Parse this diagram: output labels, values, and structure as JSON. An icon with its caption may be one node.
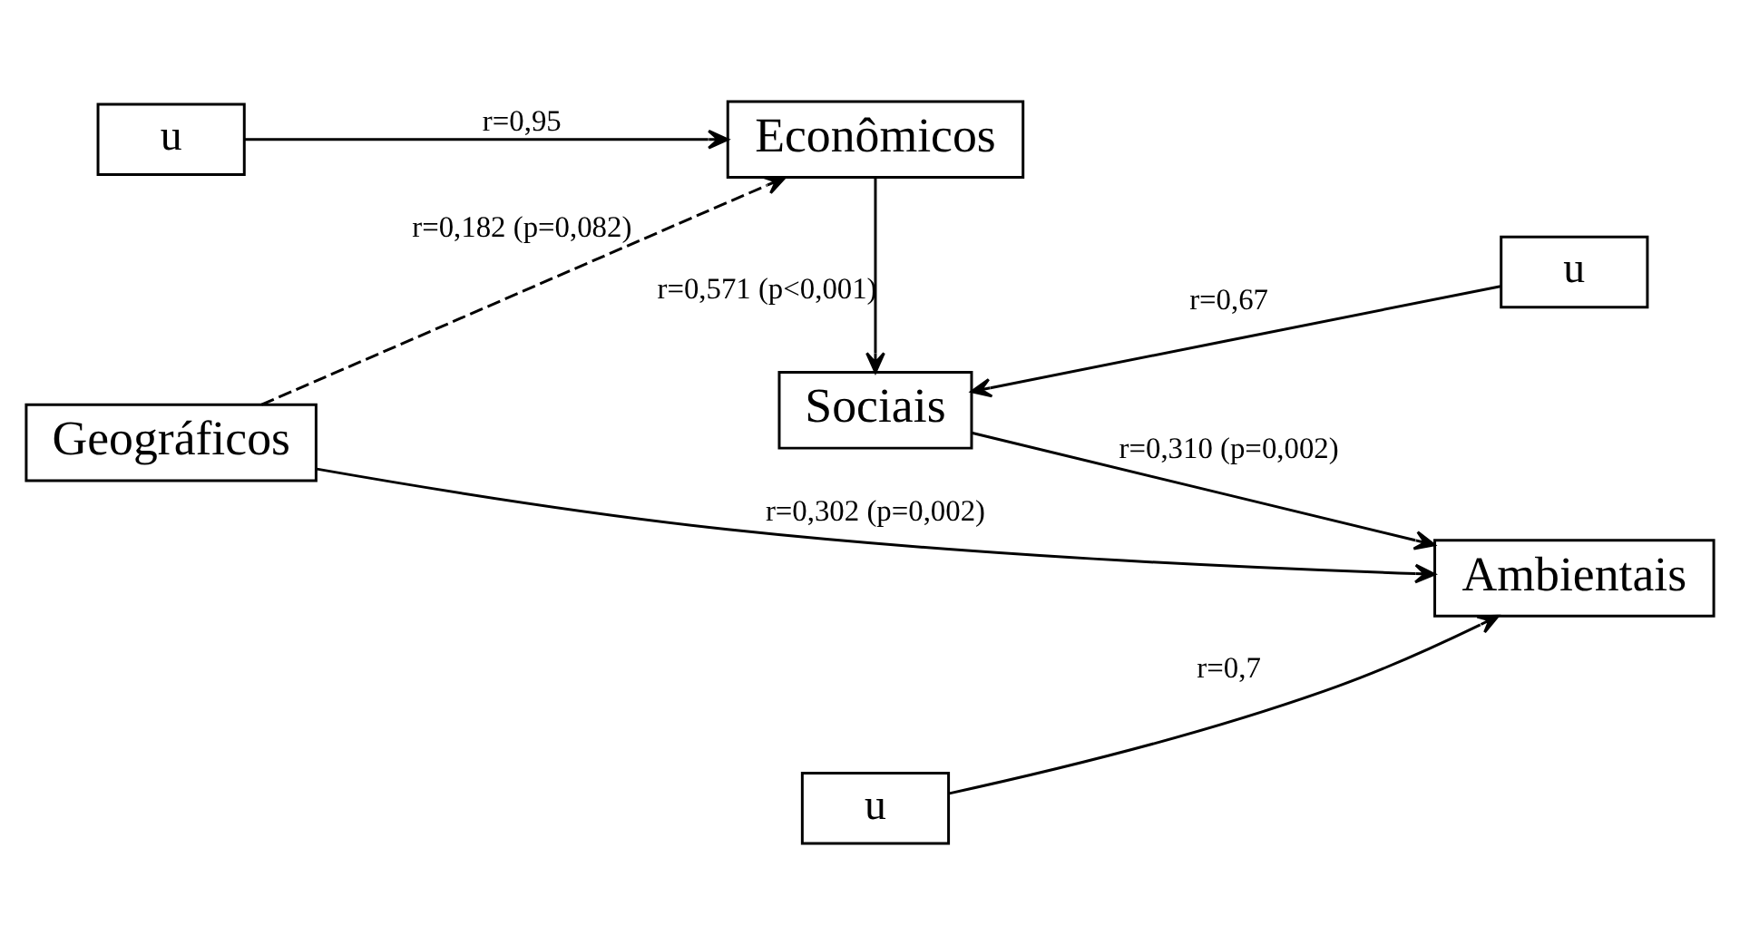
{
  "diagram": {
    "nodes": [
      {
        "text": [
          "u"
        ]
      },
      {
        "text": [
          "Econômicos"
        ]
      },
      {
        "text": [
          "Geográficos"
        ]
      },
      {
        "text": [
          "Ambientais"
        ]
      },
      {
        "text": [
          "u"
        ]
      },
      {
        "text": [
          "Sociais"
        ]
      },
      {
        "text": [
          "u"
        ]
      }
    ],
    "edges": [
      {
        "from": 0,
        "to": 1,
        "arrow": "to",
        "label": "r=0,95"
      },
      {
        "from": 2,
        "to": 1,
        "arrow": "to",
        "label": "r=0,182 (p=0,082)",
        "style": "dashed"
      },
      {
        "from": 1,
        "to": 5,
        "arrow": "to",
        "label": "r=0,571 (p<0,001)"
      },
      {
        "from": 2,
        "to": 3,
        "arrow": "to",
        "label": "r=0,302 (p=0,002)"
      },
      {
        "from": 4,
        "to": 3,
        "arrow": "to",
        "label": "r=0,7"
      },
      {
        "from": 5,
        "to": 3,
        "arrow": "to",
        "label": "r=0,310 (p=0,002)"
      },
      {
        "from": 6,
        "to": 5,
        "arrow": "to",
        "label": "r=0,67"
      }
    ]
  }
}
